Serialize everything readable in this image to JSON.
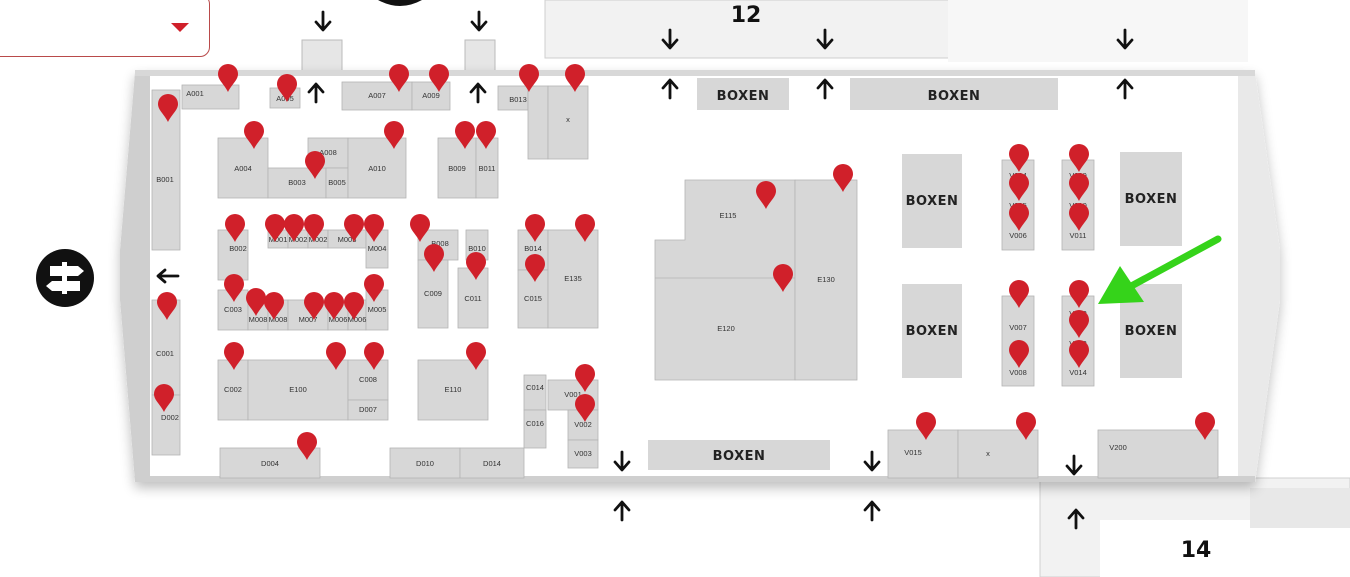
{
  "selector": {
    "value": "",
    "icon": "caret-down-icon"
  },
  "hall_numbers": [
    "12",
    "14"
  ],
  "booth_labels": [
    "A001",
    "A005",
    "A007",
    "A009",
    "B013",
    "x",
    "A004",
    "A008",
    "A010",
    "B003",
    "B005",
    "B009",
    "B011",
    "B001",
    "B002",
    "M001",
    "M002",
    "M002",
    "M003",
    "M004",
    "B008",
    "B010",
    "C009",
    "C011",
    "B014",
    "C015",
    "E135",
    "E115",
    "E130",
    "E120",
    "C003",
    "M008",
    "M008",
    "M007",
    "M006",
    "M006",
    "M005",
    "C001",
    "D002",
    "C002",
    "E100",
    "C008",
    "D007",
    "E110",
    "C014",
    "C016",
    "V001",
    "V002",
    "V003",
    "D004",
    "D010",
    "D014",
    "V004",
    "V005",
    "V006",
    "V009",
    "V010",
    "V011",
    "V007",
    "V008",
    "V012",
    "V013",
    "V014",
    "V015",
    "x",
    "V200"
  ],
  "boxen_label": "BOXEN",
  "pin_color": "#d0202a",
  "arrow_color": "#35d31a",
  "icons": {
    "pin": "location-pin-icon",
    "arrow": "direction-arrow-icon",
    "signpost": "signpost-icon",
    "exit": "exit-arrow-icon"
  }
}
